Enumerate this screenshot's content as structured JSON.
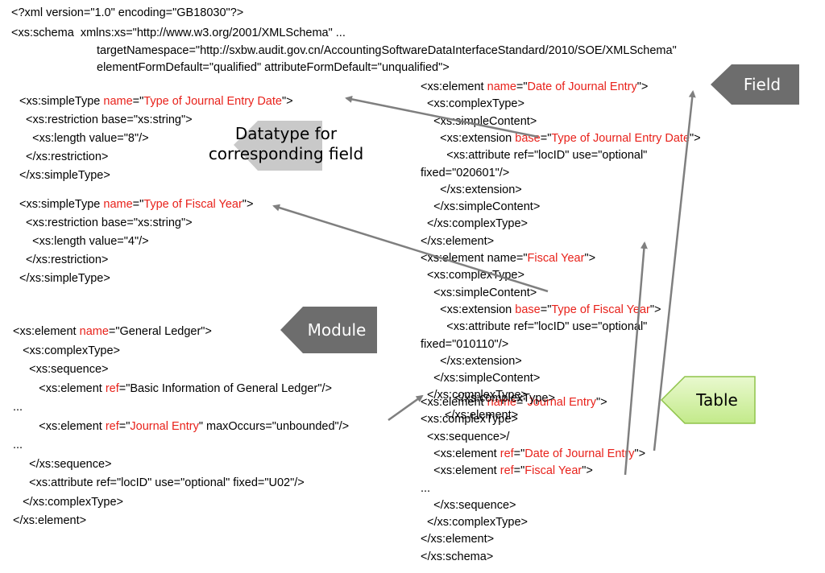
{
  "header": {
    "line1": "<?xml version=\"1.0\" encoding=\"GB18030\"?>",
    "line2": "<xs:schema  xmlns:xs=\"http://www.w3.org/2001/XMLSchema\" ...",
    "line3": "targetNamespace=\"http://sxbw.audit.gov.cn/AccountingSoftwareDataInterfaceStandard/2010/SOE/XMLSchema\"",
    "line4": "elementFormDefault=\"qualified\" attributeFormDefault=\"unqualified\">"
  },
  "simple_type_1": [
    [
      {
        "t": "<xs:simpleType "
      },
      {
        "t": "name",
        "red": true
      },
      {
        "t": "=\""
      },
      {
        "t": "Type of Journal Entry Date",
        "red": true
      },
      {
        "t": "\">"
      }
    ],
    [
      {
        "t": "  <xs:restriction base=\"xs:string\">"
      }
    ],
    [
      {
        "t": "    <xs:length value=\"8\"/>"
      }
    ],
    [
      {
        "t": "  </xs:restriction>"
      }
    ],
    [
      {
        "t": "</xs:simpleType>"
      }
    ]
  ],
  "simple_type_2": [
    [
      {
        "t": "<xs:simpleType "
      },
      {
        "t": "name",
        "red": true
      },
      {
        "t": "=\""
      },
      {
        "t": "Type of Fiscal Year",
        "red": true
      },
      {
        "t": "\">"
      }
    ],
    [
      {
        "t": "  <xs:restriction base=\"xs:string\">"
      }
    ],
    [
      {
        "t": "    <xs:length value=\"4\"/>"
      }
    ],
    [
      {
        "t": "  </xs:restriction>"
      }
    ],
    [
      {
        "t": "</xs:simpleType>"
      }
    ]
  ],
  "module_block": [
    [
      {
        "t": "<xs:element "
      },
      {
        "t": "name",
        "red": true
      },
      {
        "t": "=\"General Ledger\">"
      }
    ],
    [
      {
        "t": "   <xs:complexType>"
      }
    ],
    [
      {
        "t": "     <xs:sequence>"
      }
    ],
    [
      {
        "t": "        <xs:element "
      },
      {
        "t": "ref",
        "red": true
      },
      {
        "t": "=\"Basic Information of General Ledger\"/>"
      }
    ],
    [
      {
        "t": "..."
      }
    ],
    [
      {
        "t": "        <xs:element "
      },
      {
        "t": "ref",
        "red": true
      },
      {
        "t": "=\""
      },
      {
        "t": "Journal Entry",
        "red": true
      },
      {
        "t": "\" maxOccurs=\"unbounded\"/>"
      }
    ],
    [
      {
        "t": "..."
      }
    ],
    [
      {
        "t": "     </xs:sequence>"
      }
    ],
    [
      {
        "t": "     <xs:attribute ref=\"locID\" use=\"optional\" fixed=\"U02\"/>"
      }
    ],
    [
      {
        "t": "   </xs:complexType>"
      }
    ],
    [
      {
        "t": "</xs:element>"
      }
    ]
  ],
  "field_block": [
    [
      {
        "t": "<xs:element "
      },
      {
        "t": "name",
        "red": true
      },
      {
        "t": "=\""
      },
      {
        "t": "Date of Journal Entry",
        "red": true
      },
      {
        "t": "\">"
      }
    ],
    [
      {
        "t": "  <xs:complexType>"
      }
    ],
    [
      {
        "t": "    <xs:simpleContent>"
      }
    ],
    [
      {
        "t": "      <xs:extension "
      },
      {
        "t": "base",
        "red": true
      },
      {
        "t": "=\""
      },
      {
        "t": "Type of Journal Entry Date",
        "red": true
      },
      {
        "t": "\">"
      }
    ],
    [
      {
        "t": "        <xs:attribute ref=\"locID\" use=\"optional\""
      }
    ],
    [
      {
        "t": "fixed=\"020601\"/>"
      }
    ],
    [
      {
        "t": "      </xs:extension>"
      }
    ],
    [
      {
        "t": "    </xs:simpleContent>"
      }
    ],
    [
      {
        "t": "  </xs:complexType>"
      }
    ],
    [
      {
        "t": "</xs:element>"
      }
    ],
    [
      {
        "t": "<xs:element name=\""
      },
      {
        "t": "Fiscal Year",
        "red": true
      },
      {
        "t": "\">"
      }
    ],
    [
      {
        "t": "  <xs:complexType>"
      }
    ],
    [
      {
        "t": "    <xs:simpleContent>"
      }
    ],
    [
      {
        "t": "      <xs:extension "
      },
      {
        "t": "base",
        "red": true
      },
      {
        "t": "=\""
      },
      {
        "t": "Type of Fiscal Year",
        "red": true
      },
      {
        "t": "\">"
      }
    ],
    [
      {
        "t": "        <xs:attribute ref=\"locID\" use=\"optional\""
      }
    ],
    [
      {
        "t": "fixed=\"010110\"/>"
      }
    ],
    [
      {
        "t": "      </xs:extension>"
      }
    ],
    [
      {
        "t": "    </xs:simpleContent>"
      }
    ],
    [
      {
        "t": "  </xs:complexType>"
      }
    ]
  ],
  "table_block": [
    [
      {
        "t": "<xs:element "
      },
      {
        "t": "name",
        "red": true
      },
      {
        "t": "=\""
      },
      {
        "t": "Journal Entry",
        "red": true
      },
      {
        "t": "\">"
      }
    ],
    [
      {
        "t": "<xs:complexType>"
      }
    ],
    [
      {
        "t": "  <xs:sequence>/"
      }
    ],
    [
      {
        "t": "    <xs:element "
      },
      {
        "t": "ref",
        "red": true
      },
      {
        "t": "=\""
      },
      {
        "t": "Date of Journal Entry",
        "red": true
      },
      {
        "t": "\">"
      }
    ],
    [
      {
        "t": "    <xs:element "
      },
      {
        "t": "ref",
        "red": true
      },
      {
        "t": "=\""
      },
      {
        "t": "Fiscal Year",
        "red": true
      },
      {
        "t": "\">"
      }
    ],
    [
      {
        "t": "..."
      }
    ],
    [
      {
        "t": "    </xs:sequence>"
      }
    ],
    [
      {
        "t": "  </xs:complexType>"
      }
    ],
    [
      {
        "t": "</xs:element>"
      }
    ],
    [
      {
        "t": "</xs:schema>"
      }
    ]
  ],
  "overlap_lines": [
    "</xs:complexType>",
    "</xs:element>"
  ],
  "callouts": {
    "field": "Field",
    "datatype_line1": "Datatype for",
    "datatype_line2": "corresponding field",
    "module": "Module",
    "table": "Table"
  },
  "colors": {
    "highlight": "#e8221b",
    "callout_dark": "#6d6d6d",
    "callout_light": "#c9c9c9",
    "table_fill": "#d4f2a8",
    "table_border": "#8fc34a",
    "arrow": "#7f7f7f"
  }
}
